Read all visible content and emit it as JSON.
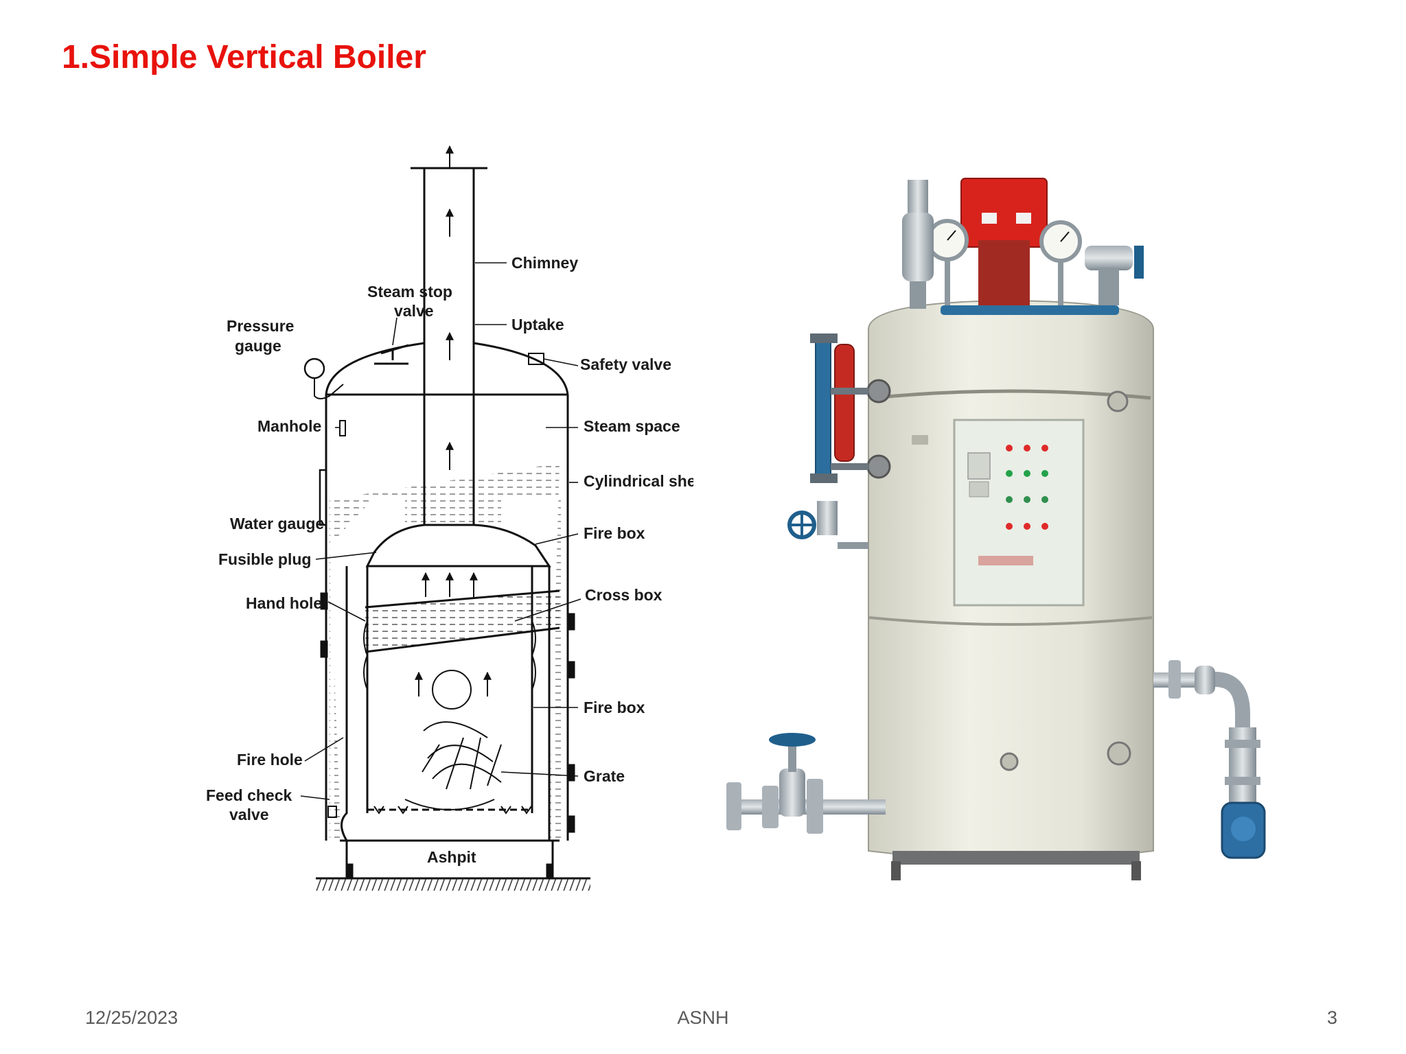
{
  "slide": {
    "title": "1.Simple Vertical Boiler"
  },
  "diagram": {
    "labels": {
      "chimney": "Chimney",
      "steam_stop_valve": "Steam stop valve",
      "steam_stop_valve_l1": "Steam stop",
      "steam_stop_valve_l2": "valve",
      "uptake": "Uptake",
      "pressure_gauge_l1": "Pressure",
      "pressure_gauge_l2": "gauge",
      "safety_valve": "Safety valve",
      "manhole": "Manhole",
      "steam_space": "Steam space",
      "cylindrical_shell": "Cylindrical shell",
      "water_gauge": "Water gauge",
      "fire_box_upper": "Fire box",
      "fusible_plug": "Fusible plug",
      "cross_box": "Cross box",
      "hand_hole": "Hand hole",
      "fire_box_lower": "Fire box",
      "fire_hole": "Fire hole",
      "grate": "Grate",
      "feed_check_valve_l1": "Feed check",
      "feed_check_valve_l2": "valve",
      "ashpit": "Ashpit"
    }
  },
  "photo": {
    "colors": {
      "shell": "#e4e4d8",
      "controller": "#d8231c",
      "pipe": "#7f8a92",
      "handwheel": "#1f5f8c",
      "panel": "#e9eee6"
    }
  },
  "footer": {
    "date": "12/25/2023",
    "author": "ASNH",
    "page": "3"
  }
}
